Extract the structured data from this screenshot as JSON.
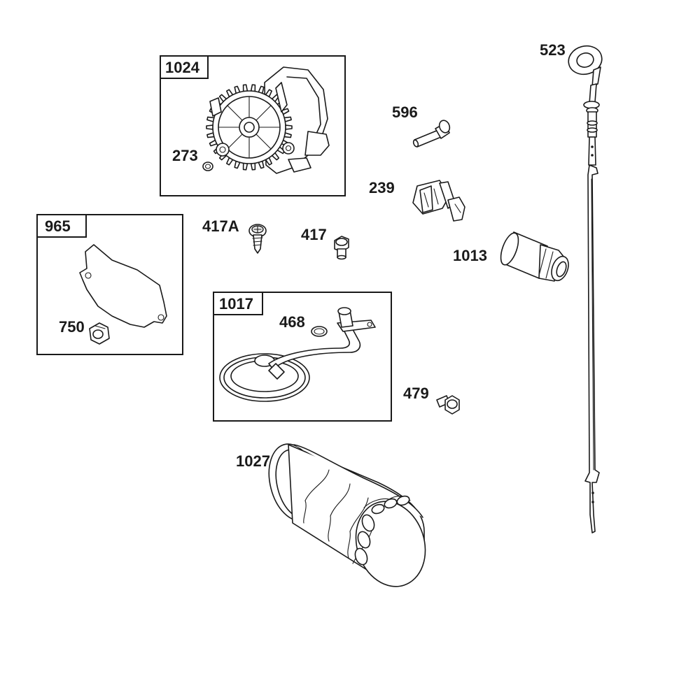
{
  "callouts": {
    "c1024": "1024",
    "c273": "273",
    "c596": "596",
    "c523": "523",
    "c239": "239",
    "c965": "965",
    "c417A": "417A",
    "c417": "417",
    "c1013": "1013",
    "c750": "750",
    "c1017": "1017",
    "c468": "468",
    "c479": "479",
    "c1027": "1027"
  },
  "icons": {
    "oil_pump": "oil-pump-gear-icon",
    "dipstick": "dipstick-icon",
    "oil_filter": "oil-filter-icon"
  }
}
